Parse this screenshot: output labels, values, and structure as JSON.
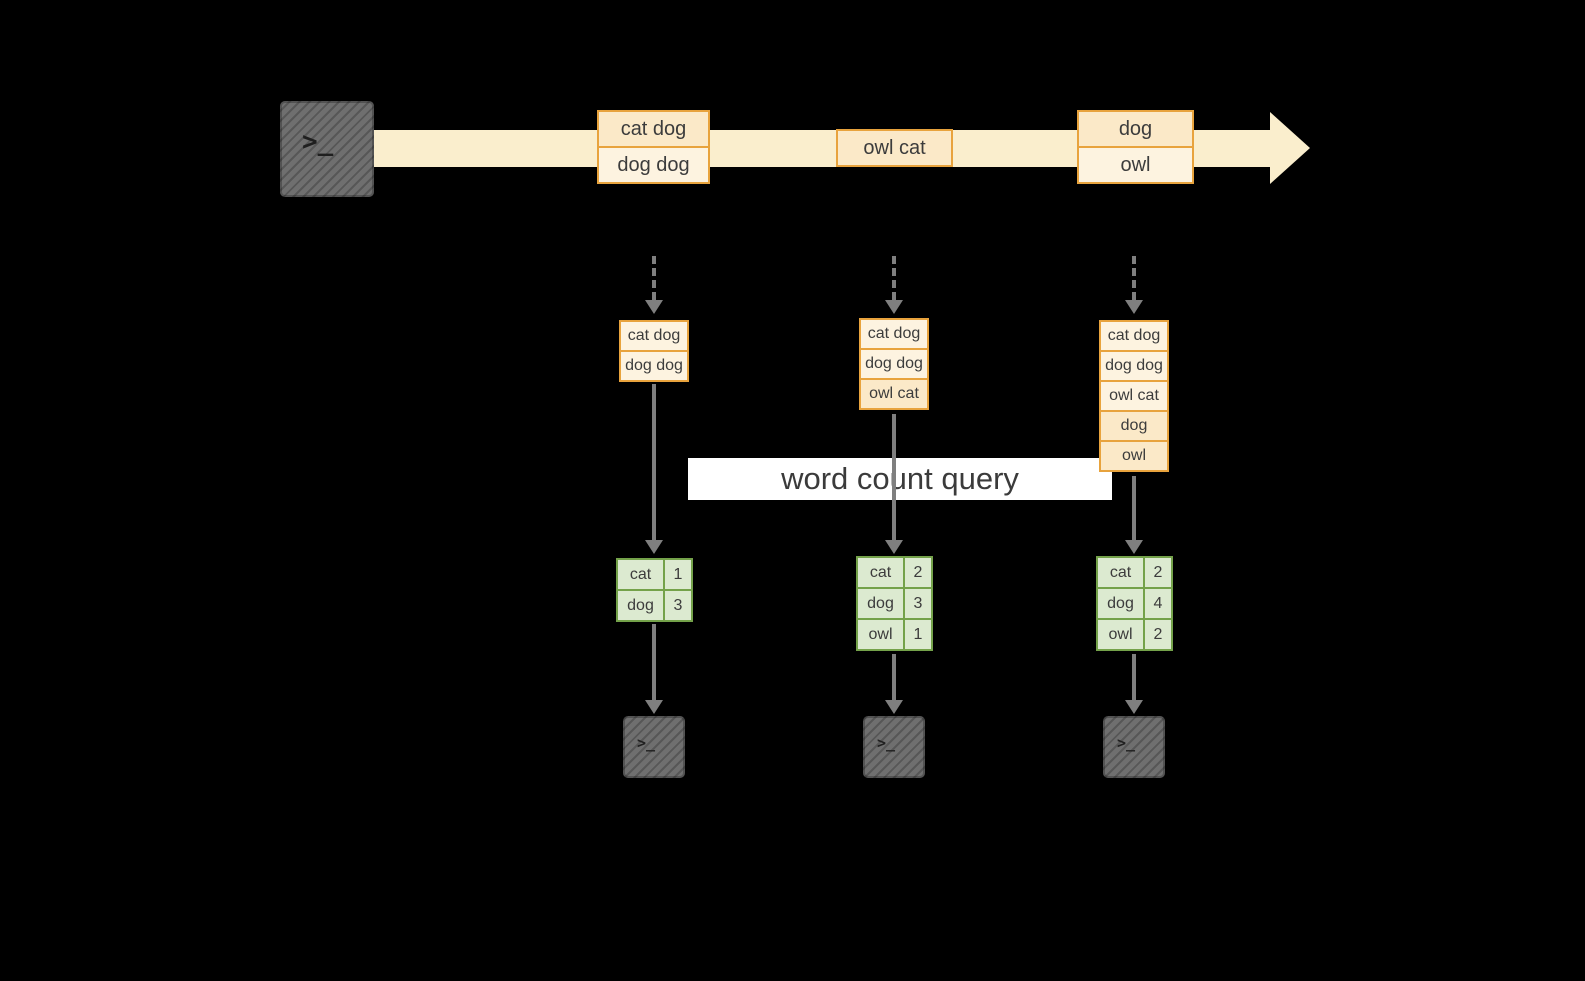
{
  "query": {
    "label": "word count query"
  },
  "icons": {
    "terminal_prompt": ">_"
  },
  "stream": {
    "events": [
      {
        "rows": [
          "cat dog",
          "dog dog"
        ]
      },
      {
        "rows": [
          "owl cat"
        ]
      },
      {
        "rows": [
          "dog",
          "owl"
        ]
      }
    ]
  },
  "states": [
    {
      "items": [
        "cat dog",
        "dog dog"
      ]
    },
    {
      "items": [
        "cat dog",
        "dog dog",
        "owl cat"
      ]
    },
    {
      "items": [
        "cat dog",
        "dog dog",
        "owl cat",
        "dog",
        "owl"
      ]
    }
  ],
  "tables": [
    {
      "rows": [
        [
          "cat",
          "1"
        ],
        [
          "dog",
          "3"
        ]
      ]
    },
    {
      "rows": [
        [
          "cat",
          "2"
        ],
        [
          "dog",
          "3"
        ],
        [
          "owl",
          "1"
        ]
      ]
    },
    {
      "rows": [
        [
          "cat",
          "2"
        ],
        [
          "dog",
          "4"
        ],
        [
          "owl",
          "2"
        ]
      ]
    }
  ],
  "colors": {
    "background": "#000000",
    "stream_band": "#faeecd",
    "event_border": "#e8a33d",
    "event_fill": "#fdf3e0",
    "event_fill_new": "#fbe9c8",
    "arrow": "#7f7f7f",
    "table_border": "#74a24a",
    "table_fill": "#dcead0",
    "query_background": "#ffffff",
    "text": "#3c3c3c",
    "terminal": "#6f6f6f"
  }
}
